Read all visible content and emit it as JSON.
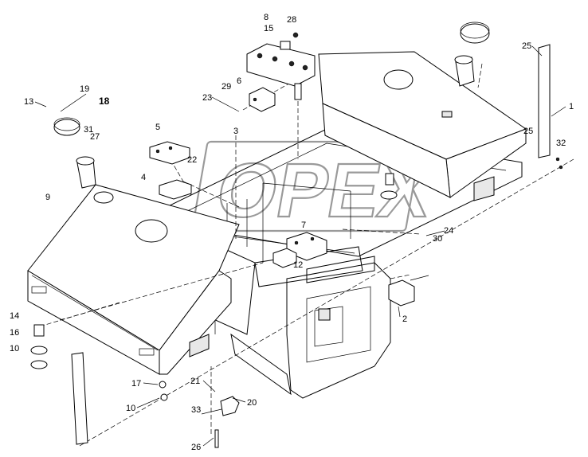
{
  "watermark": "OPEX",
  "callouts": [
    {
      "id": "c1",
      "text": "1"
    },
    {
      "id": "c2",
      "text": "2"
    },
    {
      "id": "c3",
      "text": "3"
    },
    {
      "id": "c4",
      "text": "4"
    },
    {
      "id": "c5",
      "text": "5"
    },
    {
      "id": "c6",
      "text": "6"
    },
    {
      "id": "c7",
      "text": "7"
    },
    {
      "id": "c8",
      "text": "8"
    },
    {
      "id": "c9",
      "text": "9"
    },
    {
      "id": "c10a",
      "text": "10"
    },
    {
      "id": "c10b",
      "text": "10"
    },
    {
      "id": "c12",
      "text": "12"
    },
    {
      "id": "c13",
      "text": "13"
    },
    {
      "id": "c14",
      "text": "14"
    },
    {
      "id": "c15",
      "text": "15"
    },
    {
      "id": "c16",
      "text": "16"
    },
    {
      "id": "c17",
      "text": "17"
    },
    {
      "id": "c18",
      "text": "18"
    },
    {
      "id": "c19",
      "text": "19"
    },
    {
      "id": "c20",
      "text": "20"
    },
    {
      "id": "c21",
      "text": "21"
    },
    {
      "id": "c22",
      "text": "22"
    },
    {
      "id": "c23",
      "text": "23"
    },
    {
      "id": "c24",
      "text": "24"
    },
    {
      "id": "c25a",
      "text": "25"
    },
    {
      "id": "c25b",
      "text": "25"
    },
    {
      "id": "c26",
      "text": "26"
    },
    {
      "id": "c27",
      "text": "27"
    },
    {
      "id": "c28",
      "text": "28"
    },
    {
      "id": "c29",
      "text": "29"
    },
    {
      "id": "c30",
      "text": "30"
    },
    {
      "id": "c31",
      "text": "31"
    },
    {
      "id": "c32",
      "text": "32"
    },
    {
      "id": "c33",
      "text": "33"
    }
  ]
}
